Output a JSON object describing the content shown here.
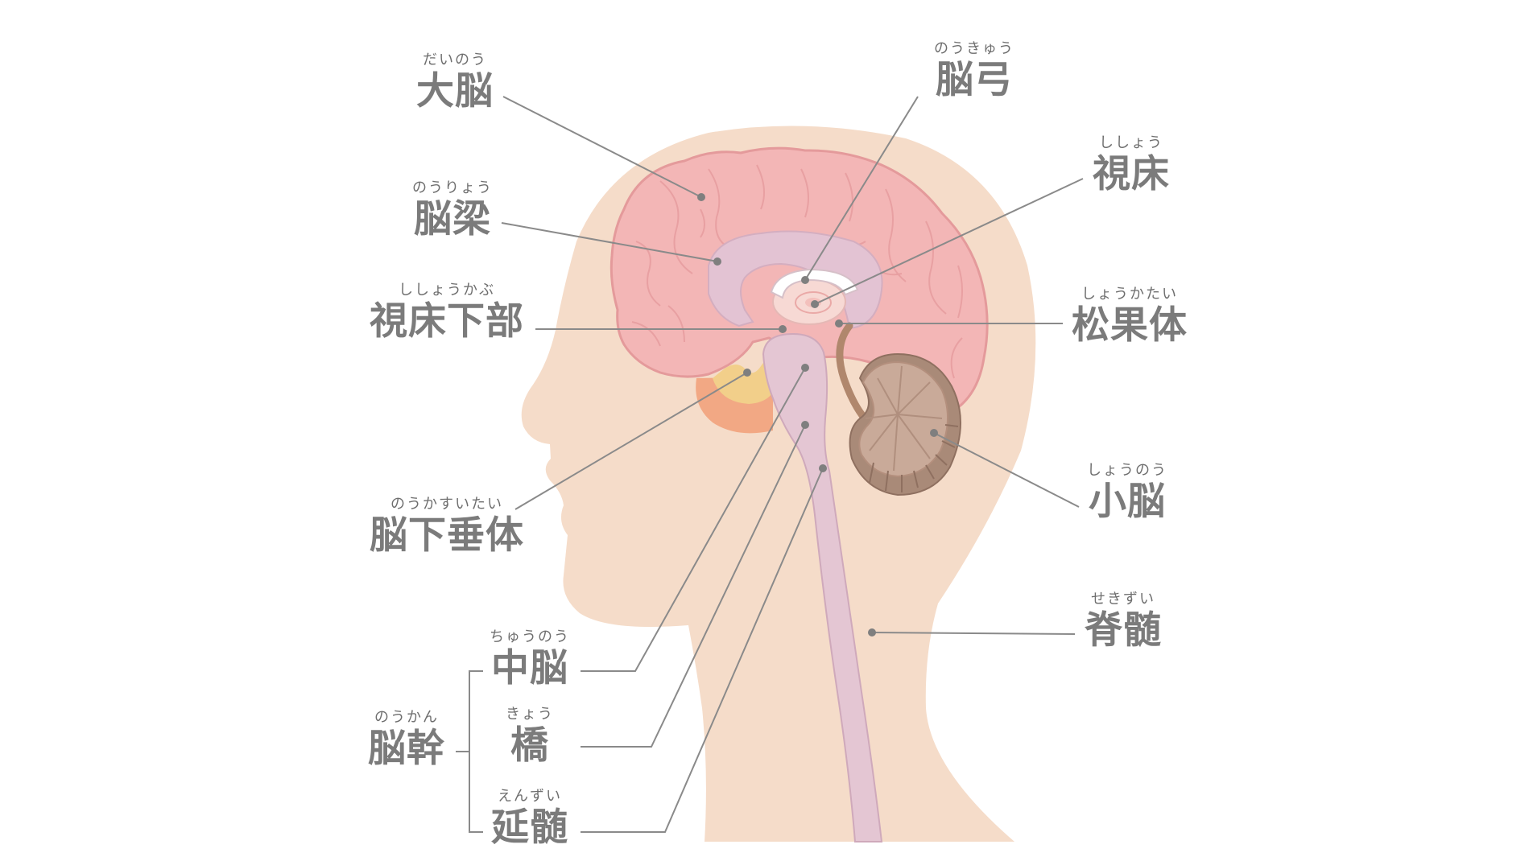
{
  "colors": {
    "skin": "#f5dcc9",
    "cerebrum": "#f3b6b6",
    "cerebrum_outline": "#e49a9b",
    "corpus_callosum": "#e3c3d3",
    "thalamus": "#f7d9d4",
    "fornix": "#ffffff",
    "cerebellum": "#c9aa99",
    "cerebellum_dark": "#a98a78",
    "brainstem": "#e4c6d3",
    "pituitary": "#f2cf8a",
    "pituitary_base": "#f2a884",
    "pineal": "#b0876d",
    "leader_line": "#8a8a8a",
    "label_text": "#7b7b7b"
  },
  "labels": {
    "cerebrum": {
      "ruby": "だいのう",
      "text": "大脳"
    },
    "corpus_callosum": {
      "ruby": "のうりょう",
      "text": "脳梁"
    },
    "hypothalamus": {
      "ruby": "ししょうかぶ",
      "text": "視床下部"
    },
    "pituitary": {
      "ruby": "のうかすいたい",
      "text": "脳下垂体"
    },
    "fornix": {
      "ruby": "のうきゅう",
      "text": "脳弓"
    },
    "thalamus": {
      "ruby": "ししょう",
      "text": "視床"
    },
    "pineal": {
      "ruby": "しょうかたい",
      "text": "松果体"
    },
    "cerebellum": {
      "ruby": "しょうのう",
      "text": "小脳"
    },
    "spinal_cord": {
      "ruby": "せきずい",
      "text": "脊髄"
    },
    "brainstem": {
      "ruby": "のうかん",
      "text": "脳幹"
    },
    "midbrain": {
      "ruby": "ちゅうのう",
      "text": "中脳"
    },
    "pons": {
      "ruby": "きょう",
      "text": "橋"
    },
    "medulla": {
      "ruby": "えんずい",
      "text": "延髄"
    }
  }
}
